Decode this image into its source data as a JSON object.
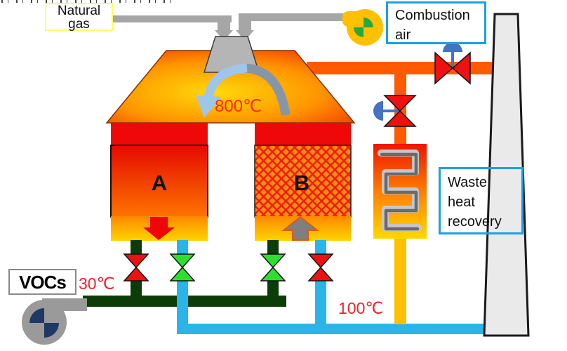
{
  "diagram": {
    "labels": {
      "natural_gas": [
        "Natural",
        "gas"
      ],
      "combustion_air": [
        "Combustion",
        "air"
      ],
      "waste_heat_recovery": [
        "Waste",
        "heat",
        "recovery"
      ],
      "vocs": "VOCs"
    },
    "temperatures": {
      "combustion_chamber": "800℃",
      "voc_inlet": "30℃",
      "stack_line": "100℃"
    },
    "chambers": {
      "left": "A",
      "right": "B"
    },
    "colors": {
      "voc_pipe": "#0c3c08",
      "clean_gas_pipe": "#29b5ea",
      "hot_gas_pipe": "#ff5a00",
      "recovered_heat_pipe": "#ffc000",
      "feed_pipe": "#a6a6a6",
      "valve_open": "#2ee02e",
      "valve_closed": "#ee1111",
      "actuator": "#4472c4",
      "burner": "#b5b5b5",
      "stack": "#eaeaea",
      "voc_fan_body": "#9a9a9a",
      "voc_fan_blades": "#1f3864",
      "air_fan_body": "#ffc000",
      "air_fan_blades": "#27a844",
      "arrow_hot_out": "#ee0505",
      "arrow_voc_in": "#7f7f7f",
      "swoosh_gray": "#8796a6",
      "swoosh_blue": "#9fc5e8",
      "temperature_text": "#e8252c",
      "furnace_temp_text": "#ff2a00",
      "cyan_border": "#1ba1e2",
      "yellow_border": "#ffff66"
    }
  }
}
